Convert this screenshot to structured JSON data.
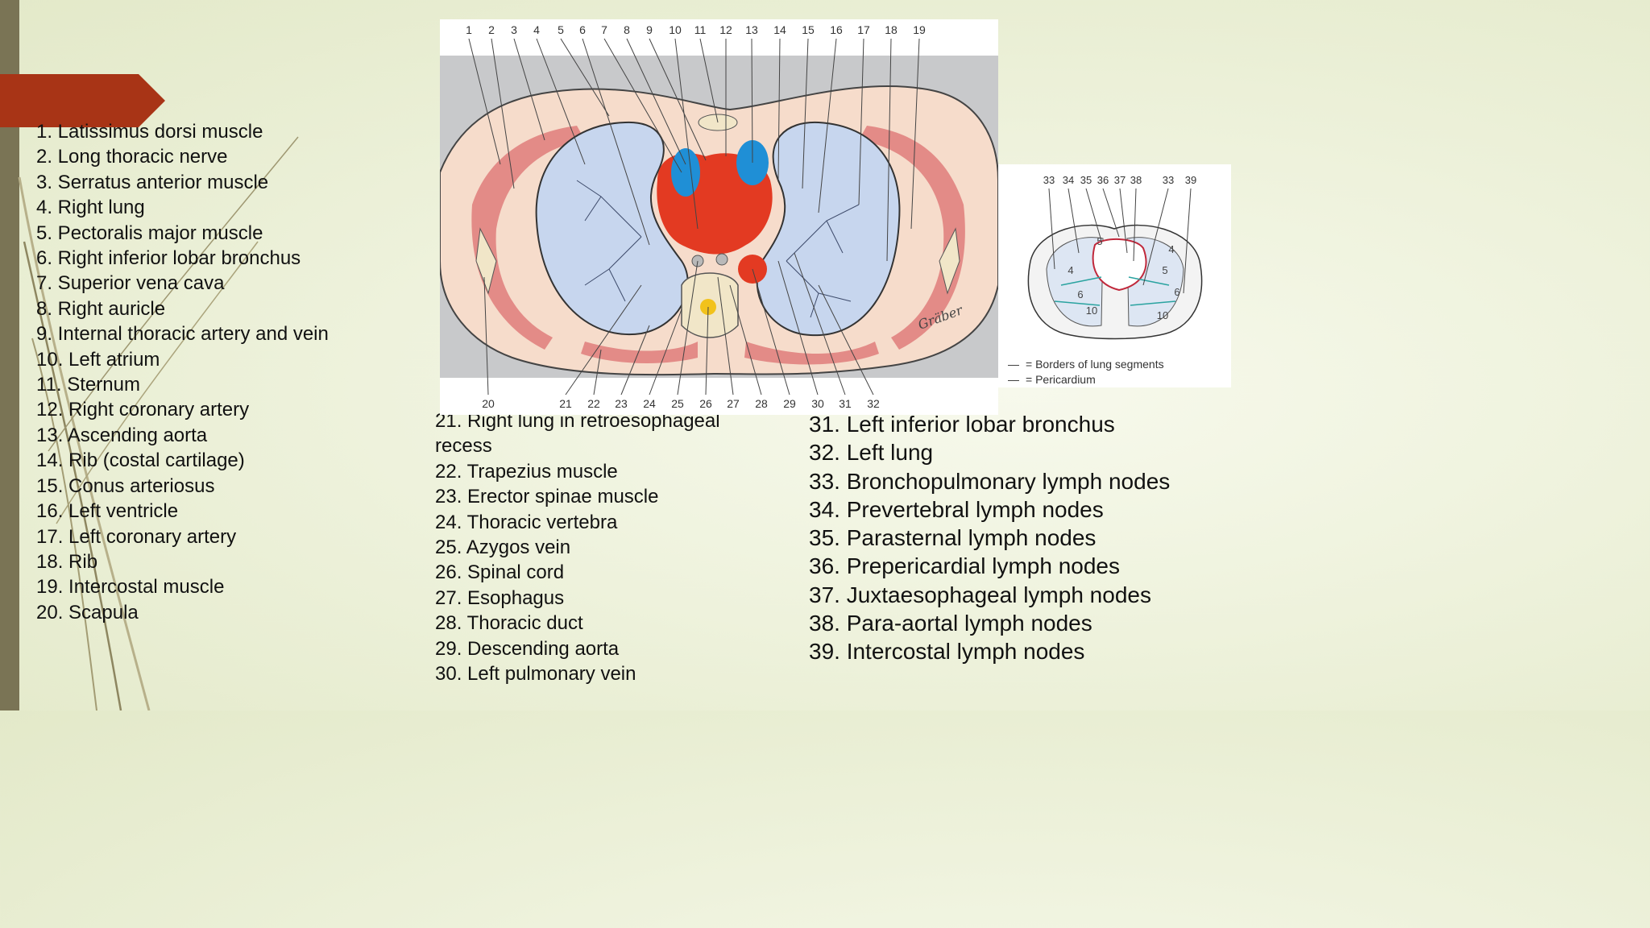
{
  "left_list": [
    "1. Latissimus dorsi muscle",
    "2. Long thoracic nerve",
    "3. Serratus anterior muscle",
    "4. Right lung",
    "5. Pectoralis major muscle",
    "6. Right inferior lobar bronchus",
    "7. Superior vena cava",
    "8. Right auricle",
    "9. Internal thoracic artery and vein",
    "10. Left atrium",
    "11. Sternum",
    "12. Right coronary artery",
    "13. Ascending aorta",
    "14. Rib (costal cartilage)",
    "15. Conus arteriosus",
    "16. Left ventricle",
    "17. Left coronary artery",
    "18. Rib",
    "19. Intercostal muscle",
    "20. Scapula"
  ],
  "middle_list": [
    "21. Right lung in retroesophageal recess",
    "22. Trapezius muscle",
    "23. Erector spinae muscle",
    "24. Thoracic vertebra",
    "25. Azygos vein",
    "26. Spinal cord",
    "27. Esophagus",
    "28. Thoracic duct",
    "29. Descending aorta",
    "30. Left pulmonary vein"
  ],
  "right_list": [
    "31. Left inferior lobar bronchus",
    "32. Left lung",
    "33. Bronchopulmonary lymph nodes",
    "34. Prevertebral lymph nodes",
    "35. Parasternal lymph nodes",
    "36. Prepericardial lymph nodes",
    "37. Juxtaesophageal lymph nodes",
    "38. Para-aortal lymph nodes",
    "39. Intercostal lymph nodes"
  ],
  "main_figure": {
    "top_numbers": [
      "1",
      "2",
      "3",
      "4",
      "5",
      "6",
      "7",
      "8",
      "9",
      "10",
      "11",
      "12",
      "13",
      "14",
      "15",
      "16",
      "17",
      "18",
      "19"
    ],
    "bottom_numbers": [
      "20",
      "21",
      "22",
      "23",
      "24",
      "25",
      "26",
      "27",
      "28",
      "29",
      "30",
      "31",
      "32"
    ],
    "signature": "Gräber"
  },
  "inset_figure": {
    "top_numbers": [
      "33",
      "34",
      "35",
      "36",
      "37",
      "38",
      "33",
      "39"
    ],
    "segment_numbers": [
      "5",
      "4",
      "6",
      "10",
      "4",
      "5",
      "6",
      "10"
    ],
    "legend": [
      {
        "symbol": "—",
        "text": "= Borders of lung segments",
        "color": "#2aa3a0"
      },
      {
        "symbol": "—",
        "text": "= Pericardium",
        "color": "#c0283b"
      }
    ]
  },
  "colors": {
    "banner": "#a83416",
    "side_bar": "#7a7455",
    "lung": "#c7d6ee",
    "vessel_red": "#e33a22",
    "vessel_blue": "#1f8fd6",
    "muscle": "#e38b87",
    "body_outline": "#f5d8c7",
    "figure_bg": "#c8c9cb"
  }
}
